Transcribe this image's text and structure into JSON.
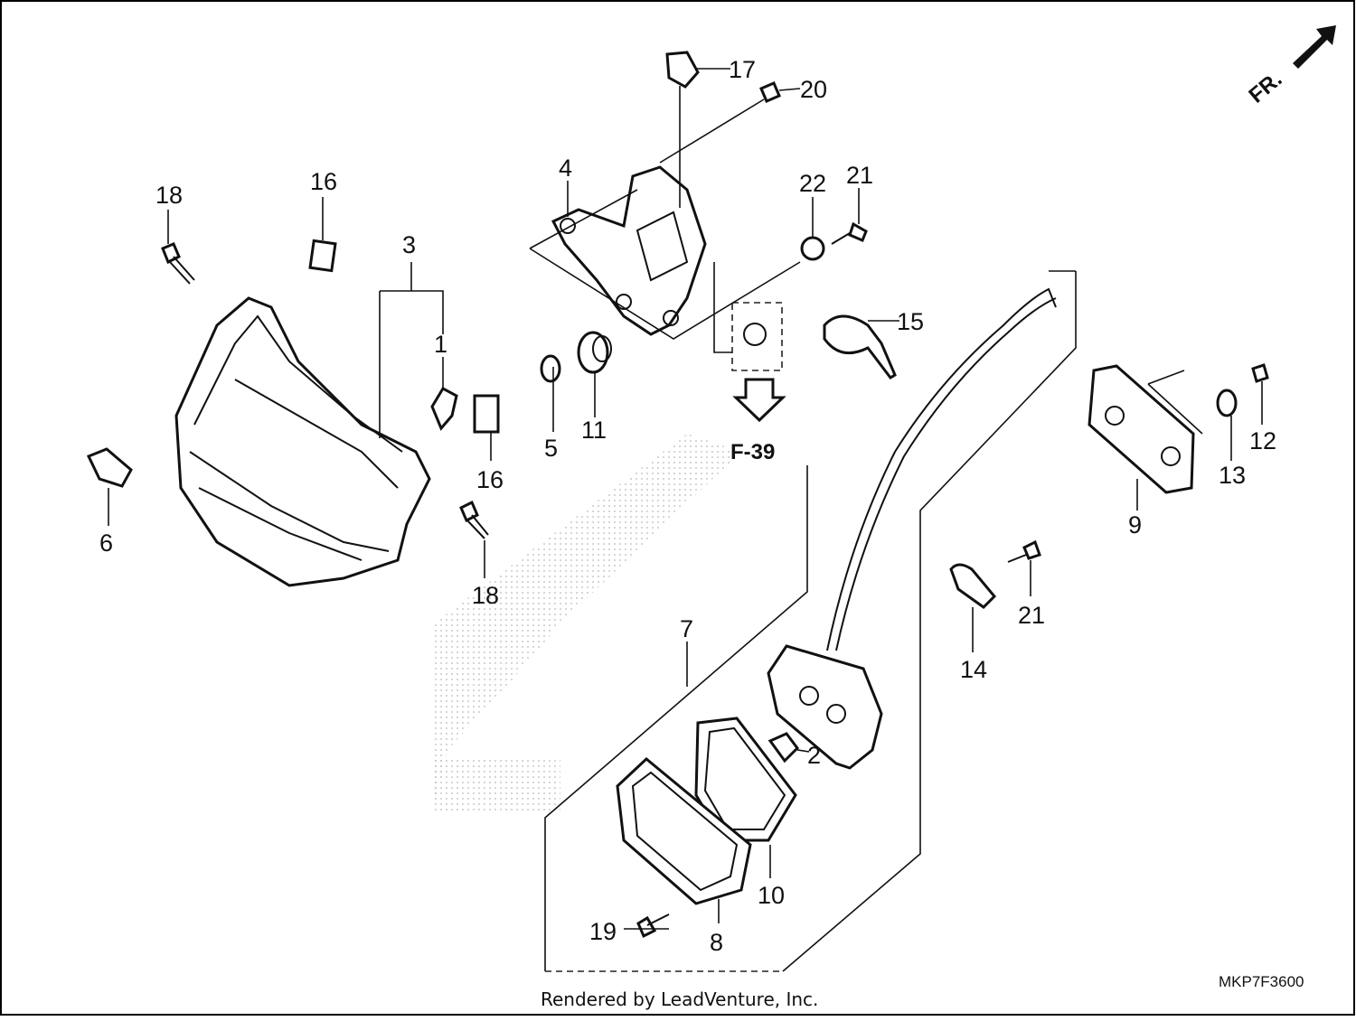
{
  "diagram": {
    "front_marker": "FR.",
    "cross_reference": "F-39",
    "drawing_code": "MKP7F3600",
    "credit": "Rendered by LeadVenture, Inc.",
    "callouts": {
      "c1": "1",
      "c2": "2",
      "c3": "3",
      "c4": "4",
      "c5": "5",
      "c6": "6",
      "c7": "7",
      "c8": "8",
      "c9": "9",
      "c10": "10",
      "c11": "11",
      "c12": "12",
      "c13": "13",
      "c14": "14",
      "c15": "15",
      "c16a": "16",
      "c16b": "16",
      "c17": "17",
      "c18a": "18",
      "c18b": "18",
      "c19": "19",
      "c20": "20",
      "c21a": "21",
      "c21b": "21",
      "c22": "22"
    }
  }
}
